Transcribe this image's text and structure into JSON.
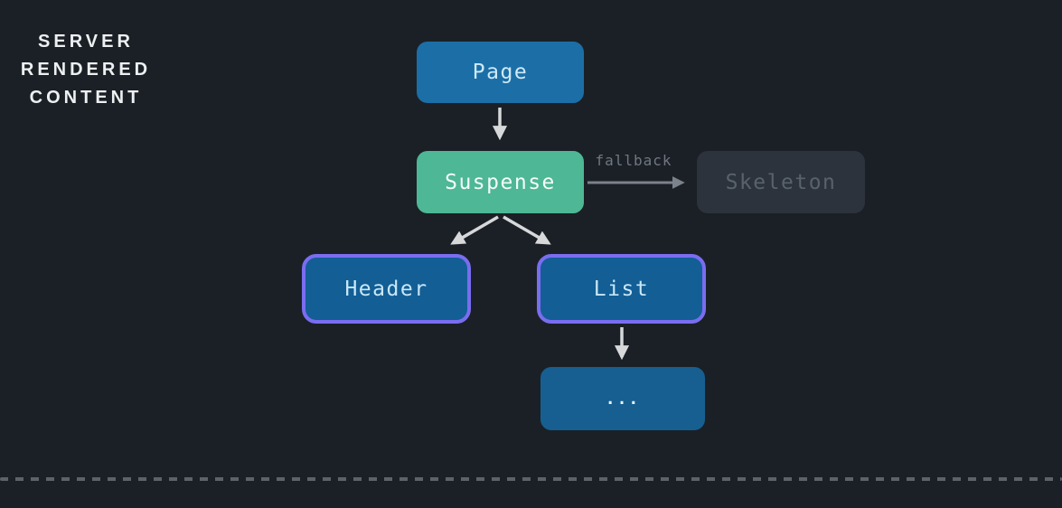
{
  "title": {
    "lines": [
      "SERVER",
      "RENDERED",
      "CONTENT"
    ]
  },
  "diagram": {
    "nodes": {
      "page": {
        "label": "Page",
        "fill": "#1b6fa6",
        "text_color": "#cfe9f7"
      },
      "suspense": {
        "label": "Suspense",
        "fill": "#4eb795",
        "text_color": "#f4fcf8"
      },
      "skeleton": {
        "label": "Skeleton",
        "fill": "#2c333c",
        "text_color": "#59626c",
        "state": "inactive"
      },
      "header": {
        "label": "Header",
        "fill": "#135e95",
        "border_color": "#7a6df0",
        "text_color": "#c9e7f7"
      },
      "list": {
        "label": "List",
        "fill": "#135e95",
        "border_color": "#7a6df0",
        "text_color": "#c9e7f7"
      },
      "children_placeholder": {
        "label": "...",
        "fill": "#175f90",
        "text_color": "#e8f4fa"
      }
    },
    "edges": [
      {
        "from": "page",
        "to": "suspense",
        "style": "light",
        "label": ""
      },
      {
        "from": "suspense",
        "to": "skeleton",
        "style": "muted",
        "label": "fallback"
      },
      {
        "from": "suspense",
        "to": "header",
        "style": "light",
        "label": ""
      },
      {
        "from": "suspense",
        "to": "list",
        "style": "light",
        "label": ""
      },
      {
        "from": "list",
        "to": "children_placeholder",
        "style": "light",
        "label": ""
      }
    ]
  },
  "colors": {
    "background": "#1b2026",
    "arrow_light": "#d6d8da",
    "arrow_muted": "#7b828b",
    "divider_dash": "#5c6269",
    "title_text": "#edf0f2",
    "accent_border": "#7a6df0",
    "node_blue": "#1b6fa6",
    "node_green": "#4eb795",
    "node_inactive": "#2c333c"
  }
}
